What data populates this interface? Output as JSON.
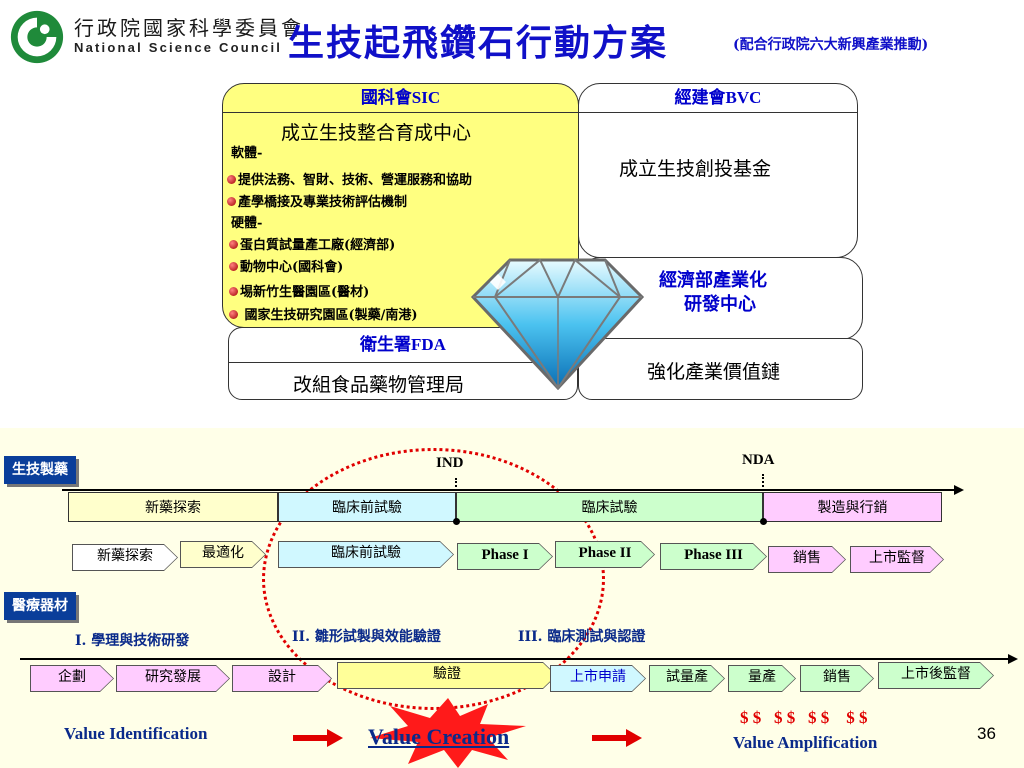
{
  "header": {
    "org_cn": "行政院國家科學委員會",
    "org_en": "National Science Council",
    "title": "生技起飛鑽石行動方案",
    "title_note": "(配合行政院六大新興產業推動)"
  },
  "panels": {
    "sic": {
      "head": "國科會SIC",
      "main": "成立生技整合育成中心",
      "software_label": "軟體-",
      "software_items": [
        "提供法務、智財、技術、營運服務和協助",
        "產學橋接及專業技術評估機制"
      ],
      "hardware_label": "硬體-",
      "hardware_items": [
        "蛋白質試量產工廠(經濟部)",
        "動物中心(國科會)",
        "埸新竹生醫園區(醫材)",
        " 國家生技研究園區(製藥/南港)"
      ]
    },
    "bvc": {
      "head": "經建會BVC",
      "main": "成立生技創投基金"
    },
    "moea": {
      "line1": "經濟部產業化",
      "line2": "研發中心"
    },
    "fda": {
      "head": "衛生署FDA",
      "main": "改組食品藥物管理局"
    },
    "value_chain": {
      "main": "強化產業價值鏈"
    }
  },
  "pharma": {
    "tag": "生技製藥",
    "ind": "IND",
    "nda": "NDA",
    "stages": [
      "新藥探索",
      "臨床前試驗",
      "臨床試驗",
      "製造與行銷"
    ],
    "steps": [
      "新藥探索",
      "最適化",
      "臨床前試驗",
      "Phase I",
      "Phase II",
      "Phase III",
      "銷售",
      "上市監督"
    ]
  },
  "device": {
    "tag": "醫療器材",
    "phase1": "I. 學理與技術研發",
    "phase2": "II. 雛形試製與效能驗證",
    "phase3": "III. 臨床測試與認證",
    "steps": [
      "企劃",
      "研究發展",
      "設計",
      "驗證",
      "上市申請",
      "試量產",
      "量產",
      "銷售",
      "上市後監督"
    ]
  },
  "footer": {
    "value_identification": "Value Identification",
    "value_creation": "Value Creation",
    "value_amplification": "Value Amplification",
    "dollars": "$ $   $ $   $ $    $ $",
    "page_number": "36"
  },
  "colors": {
    "title_blue": "#1010c8",
    "sic_yellow": "#ffff80",
    "tag_blue": "#0a3e9a",
    "preclinical_cyan": "#d0f8ff",
    "clinical_green": "#ccffcc",
    "marketing_pink": "#ffccff",
    "ellipse_red": "#e00000"
  }
}
